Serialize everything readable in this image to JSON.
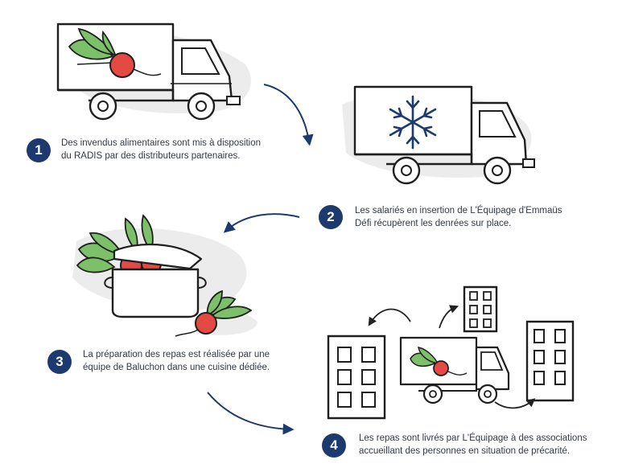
{
  "colors": {
    "navy": "#1d3a6e",
    "ink": "#1f1f1f",
    "red": "#e34a44",
    "green": "#7cc06a",
    "shadow": "#e6e6e6"
  },
  "steps": [
    {
      "number": "1",
      "lines": [
        "Des invendus alimentaires sont mis à disposition",
        "du RADIS par des distributeurs partenaires."
      ]
    },
    {
      "number": "2",
      "lines": [
        "Les salariés en insertion de L'Équipage d'Emmaüs",
        "Défi récupèrent les denrées sur place."
      ]
    },
    {
      "number": "3",
      "lines": [
        "La préparation des repas est réalisée par une",
        "équipe de Baluchon dans une cuisine dédiée."
      ]
    },
    {
      "number": "4",
      "lines": [
        "Les repas sont livrés par L'Équipage à des associations",
        "accueillant des personnes en situation de précarité."
      ]
    }
  ],
  "icons": [
    "radish-truck-icon",
    "snowflake-truck-icon",
    "cooking-pot-icon",
    "radish-icon",
    "building-icon",
    "delivery-truck-icon",
    "curved-arrow-icon"
  ]
}
